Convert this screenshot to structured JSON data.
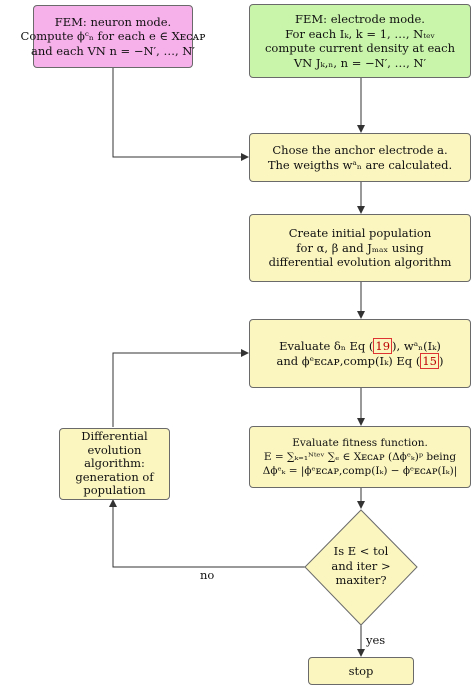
{
  "nodes": {
    "fem_neuron": [
      "FEM: neuron mode.",
      "Compute ϕᶜₙ for each e ∈ Xᴇᴄᴀᴘ",
      "and each VN n = −N′, …, N′"
    ],
    "fem_electrode": [
      "FEM: electrode mode.",
      "For each Iₖ, k = 1, …, Nₜₑᵥ",
      "compute current density at each",
      "VN Jₖ,ₙ, n = −N′, …, N′"
    ],
    "anchor": [
      "Chose the anchor electrode a.",
      "The weigths wᵃₙ are calculated."
    ],
    "init_pop": [
      "Create initial population",
      "for α, β and Jₘₐₓ using",
      "differential evolution algorithm"
    ],
    "evaluate": {
      "l1_pre": "Evaluate δₙ Eq ",
      "l1_ref": "19",
      "l1_post": ", wᵃₙ(Iₖ)",
      "l2_pre": "and ϕᵉᴇᴄᴀᴘ,comp(Iₖ) Eq ",
      "l2_ref": "15"
    },
    "fitness": [
      "Evaluate fitness function.",
      "E = ∑ₖ₌₁ᴺᵗᵉᵛ ∑ₑ ∈ Xᴇᴄᴀᴘ (Δϕᵉₖ)ᵖ being",
      "Δϕᵉₖ = |ϕᵉᴇᴄᴀᴘ,comp(Iₖ) − ϕᵉᴇᴄᴀᴘ(Iₖ)|"
    ],
    "diff_evo": [
      "Differential",
      "evolution",
      "algorithm:",
      "generation of",
      "population"
    ],
    "decision": [
      "Is E < tol",
      "and iter >",
      "maxiter?"
    ],
    "stop": "stop"
  },
  "edges": {
    "no_label": "no",
    "yes_label": "yes"
  }
}
